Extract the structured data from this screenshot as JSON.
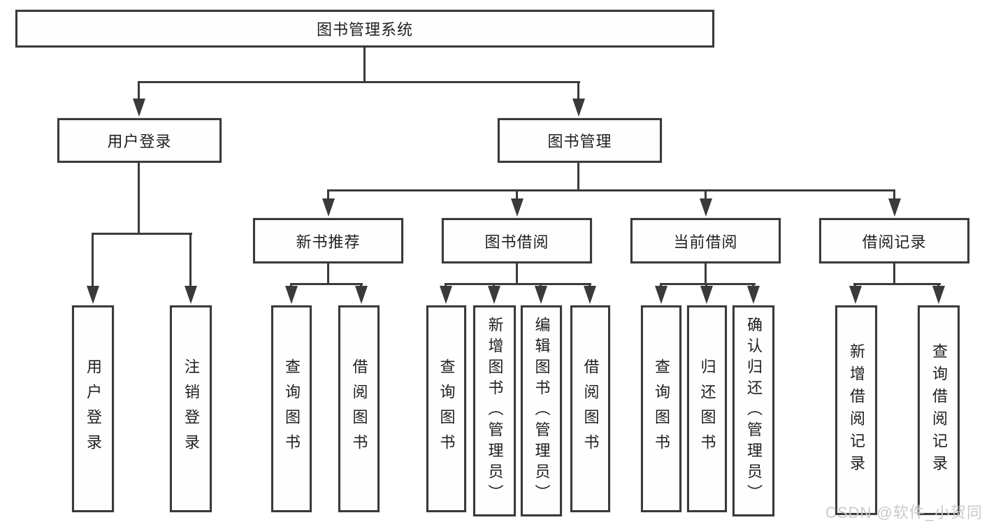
{
  "colors": {
    "background": "#ffffff",
    "line": "#3a3a3a",
    "text": "#1f1f1f",
    "watermark": "#c9c9c9"
  },
  "hierarchy": {
    "label": "图书管理系统",
    "children": [
      {
        "label": "用户登录",
        "children": [
          {
            "label": "用户登录"
          },
          {
            "label": "注销登录"
          }
        ]
      },
      {
        "label": "图书管理",
        "children": [
          {
            "label": "新书推荐",
            "children": [
              {
                "label": "查询图书"
              },
              {
                "label": "借阅图书"
              }
            ]
          },
          {
            "label": "图书借阅",
            "children": [
              {
                "label": "查询图书"
              },
              {
                "label": "新增图书（管理员）"
              },
              {
                "label": "编辑图书（管理员）"
              },
              {
                "label": "借阅图书"
              }
            ]
          },
          {
            "label": "当前借阅",
            "children": [
              {
                "label": "查询图书"
              },
              {
                "label": "归还图书"
              },
              {
                "label": "确认归还（管理员）"
              }
            ]
          },
          {
            "label": "借阅记录",
            "children": [
              {
                "label": "新增借阅记录"
              },
              {
                "label": "查询借阅记录"
              }
            ]
          }
        ]
      }
    ]
  },
  "watermark": {
    "text": "CSDN @软件_小贺同学"
  }
}
